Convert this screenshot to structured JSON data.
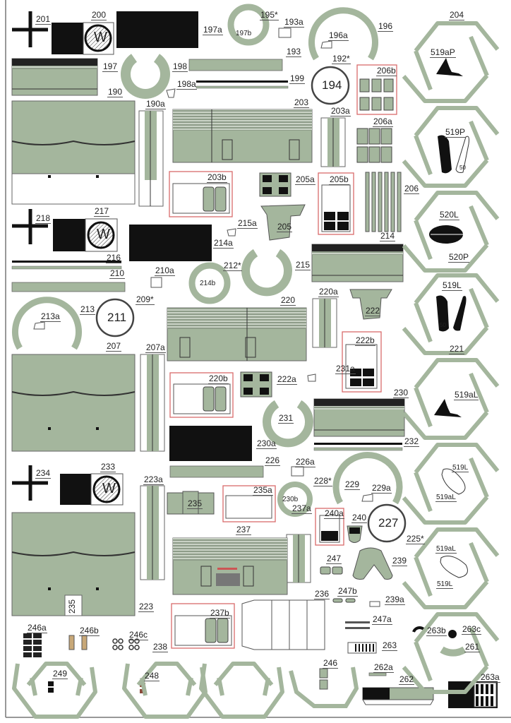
{
  "labels": {
    "l201": "201",
    "l200": "200",
    "l197a": "197a",
    "l195": "195*",
    "l197b": "197b",
    "l193a": "193a",
    "l196": "196",
    "l196a": "196a",
    "l204": "204",
    "l519aP": "519aP",
    "l197": "197",
    "l198": "198",
    "l193": "193",
    "l192": "192*",
    "l198a": "198a",
    "l199": "199",
    "l194": "194",
    "l206b": "206b",
    "l190": "190",
    "l190a": "190a",
    "l203": "203",
    "l203a": "203a",
    "l519P": "519P",
    "l206a": "206a",
    "l203b": "203b",
    "l205a": "205a",
    "l205b": "205b",
    "l206": "206",
    "l520L": "520L",
    "l520P": "520P",
    "l218": "218",
    "l217": "217",
    "l215a": "215a",
    "l205": "205",
    "l214": "214",
    "l214a": "214a",
    "l212": "212*",
    "l215": "215",
    "l216": "216",
    "l210": "210",
    "l210a": "210a",
    "l214b": "214b",
    "l519L_1": "519L",
    "l209": "209*",
    "l220": "220",
    "l220a": "220a",
    "l213": "213",
    "l213a": "213a",
    "l211": "211",
    "l222": "222",
    "l207": "207",
    "l207a": "207a",
    "l221": "221",
    "l222b": "222b",
    "l220b": "220b",
    "l231a": "231a",
    "l519aL_1": "519aL",
    "l222a": "222a",
    "l230": "230",
    "l231": "231",
    "l232": "232",
    "l230a": "230a",
    "l234": "234",
    "l233": "233",
    "l226": "226",
    "l226a": "226a",
    "l228": "228*",
    "l229": "229",
    "l229a": "229a",
    "l519L_2": "519L",
    "l519aL_2": "519aL",
    "l223a": "223a",
    "l235a": "235a",
    "l235": "235",
    "l230b": "230b",
    "l240a": "240a",
    "l237": "237",
    "l240": "240",
    "l227": "227",
    "l237a": "237a",
    "l225": "225*",
    "l519aL_3": "519aL",
    "l519L_3": "519L",
    "l247": "247",
    "l239": "239",
    "l236": "236",
    "l247b": "247b",
    "l239a": "239a",
    "l223": "223",
    "l235_box": "235",
    "l237b": "237b",
    "l247a": "247a",
    "l263b": "263b",
    "l263c": "263c",
    "l246a": "246a",
    "l246b": "246b",
    "l246c": "246c",
    "l238": "238",
    "l263": "263",
    "l261": "261",
    "l246": "246",
    "l249": "249",
    "l248": "248",
    "l262a": "262a",
    "l262": "262",
    "l263a": "263a"
  },
  "markings": {
    "w1": "W",
    "w2": "W",
    "w3": "W",
    "fifty1": "50",
    "fifty2": "50"
  },
  "colors": {
    "panel_green": "#a4b69d",
    "dark": "#1a1a1a",
    "outline": "#555555",
    "frame_red": "#d96b6b",
    "rust": "#8a4a3a",
    "tan": "#c8a878"
  }
}
